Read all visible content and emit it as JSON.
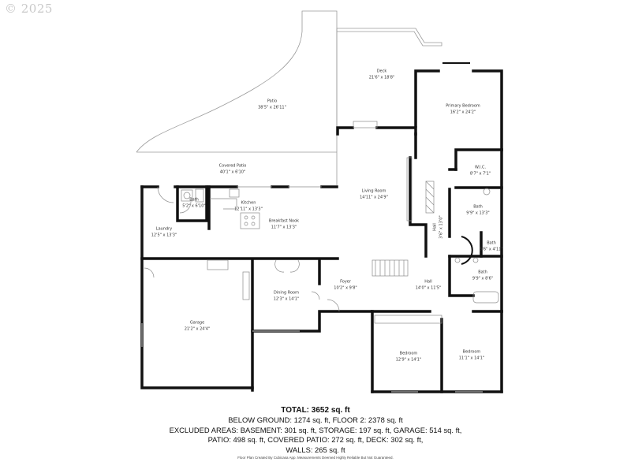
{
  "copyright": "© 2025",
  "rooms": {
    "deck": {
      "name": "Deck",
      "dim": "21'6\" x 18'8\""
    },
    "patio": {
      "name": "Patio",
      "dim": "38'5\" x 26'11\""
    },
    "primary_bedroom": {
      "name": "Primary Bedroom",
      "dim": "16'2\" x 24'2\""
    },
    "covered_patio": {
      "name": "Covered Patio",
      "dim": "40'1\" x 6'10\""
    },
    "wic": {
      "name": "W.I.C.",
      "dim": "8'7\" x 7'1\""
    },
    "bath_small": {
      "name": "Bath",
      "dim": "5'2\" x 6'10\""
    },
    "kitchen": {
      "name": "Kitchen",
      "dim": "12'11\" x 13'3\""
    },
    "living_room": {
      "name": "Living Room",
      "dim": "14'11\" x 24'9\""
    },
    "bath_primary": {
      "name": "Bath",
      "dim": "9'9\" x 13'3\""
    },
    "laundry": {
      "name": "Laundry",
      "dim": "12'5\" x 13'3\""
    },
    "breakfast_nook": {
      "name": "Breakfast Nook",
      "dim": "11'7\" x 13'3\""
    },
    "hall_vertical": {
      "name": "Hall",
      "dim": "3'6\" x 13'0\""
    },
    "bath_tiny": {
      "name": "Bath",
      "dim": "5'6\" x 4'11\""
    },
    "bath_hall": {
      "name": "Bath",
      "dim": "9'9\" x 8'6\""
    },
    "foyer": {
      "name": "Foyer",
      "dim": "10'2\" x 9'8\""
    },
    "hall": {
      "name": "Hall",
      "dim": "14'0\" x 11'5\""
    },
    "dining_room": {
      "name": "Dining Room",
      "dim": "12'3\" x 14'1\""
    },
    "garage": {
      "name": "Garage",
      "dim": "21'2\" x 24'4\""
    },
    "bedroom_1": {
      "name": "Bedroom",
      "dim": "12'9\" x 14'1\""
    },
    "bedroom_2": {
      "name": "Bedroom",
      "dim": "11'1\" x 14'1\""
    }
  },
  "summary": {
    "total": "TOTAL: 3652 sq. ft",
    "line1": "BELOW GROUND: 1274 sq. ft, FLOOR 2: 2378 sq. ft",
    "line2": "EXCLUDED AREAS: BASEMENT: 301 sq. ft, STORAGE: 197 sq. ft, GARAGE: 514 sq. ft,",
    "line3": "PATIO: 498 sq. ft, COVERED PATIO: 272 sq. ft, DECK: 302 sq. ft,",
    "line4": "WALLS: 265 sq. ft"
  },
  "disclaimer": "Floor Plan Created By Cubicasa App. Measurements Deemed Highly Reliable But Not Guaranteed.",
  "colors": {
    "wall": "#111111",
    "thin_line": "#9a9a9a",
    "background": "#ffffff"
  }
}
